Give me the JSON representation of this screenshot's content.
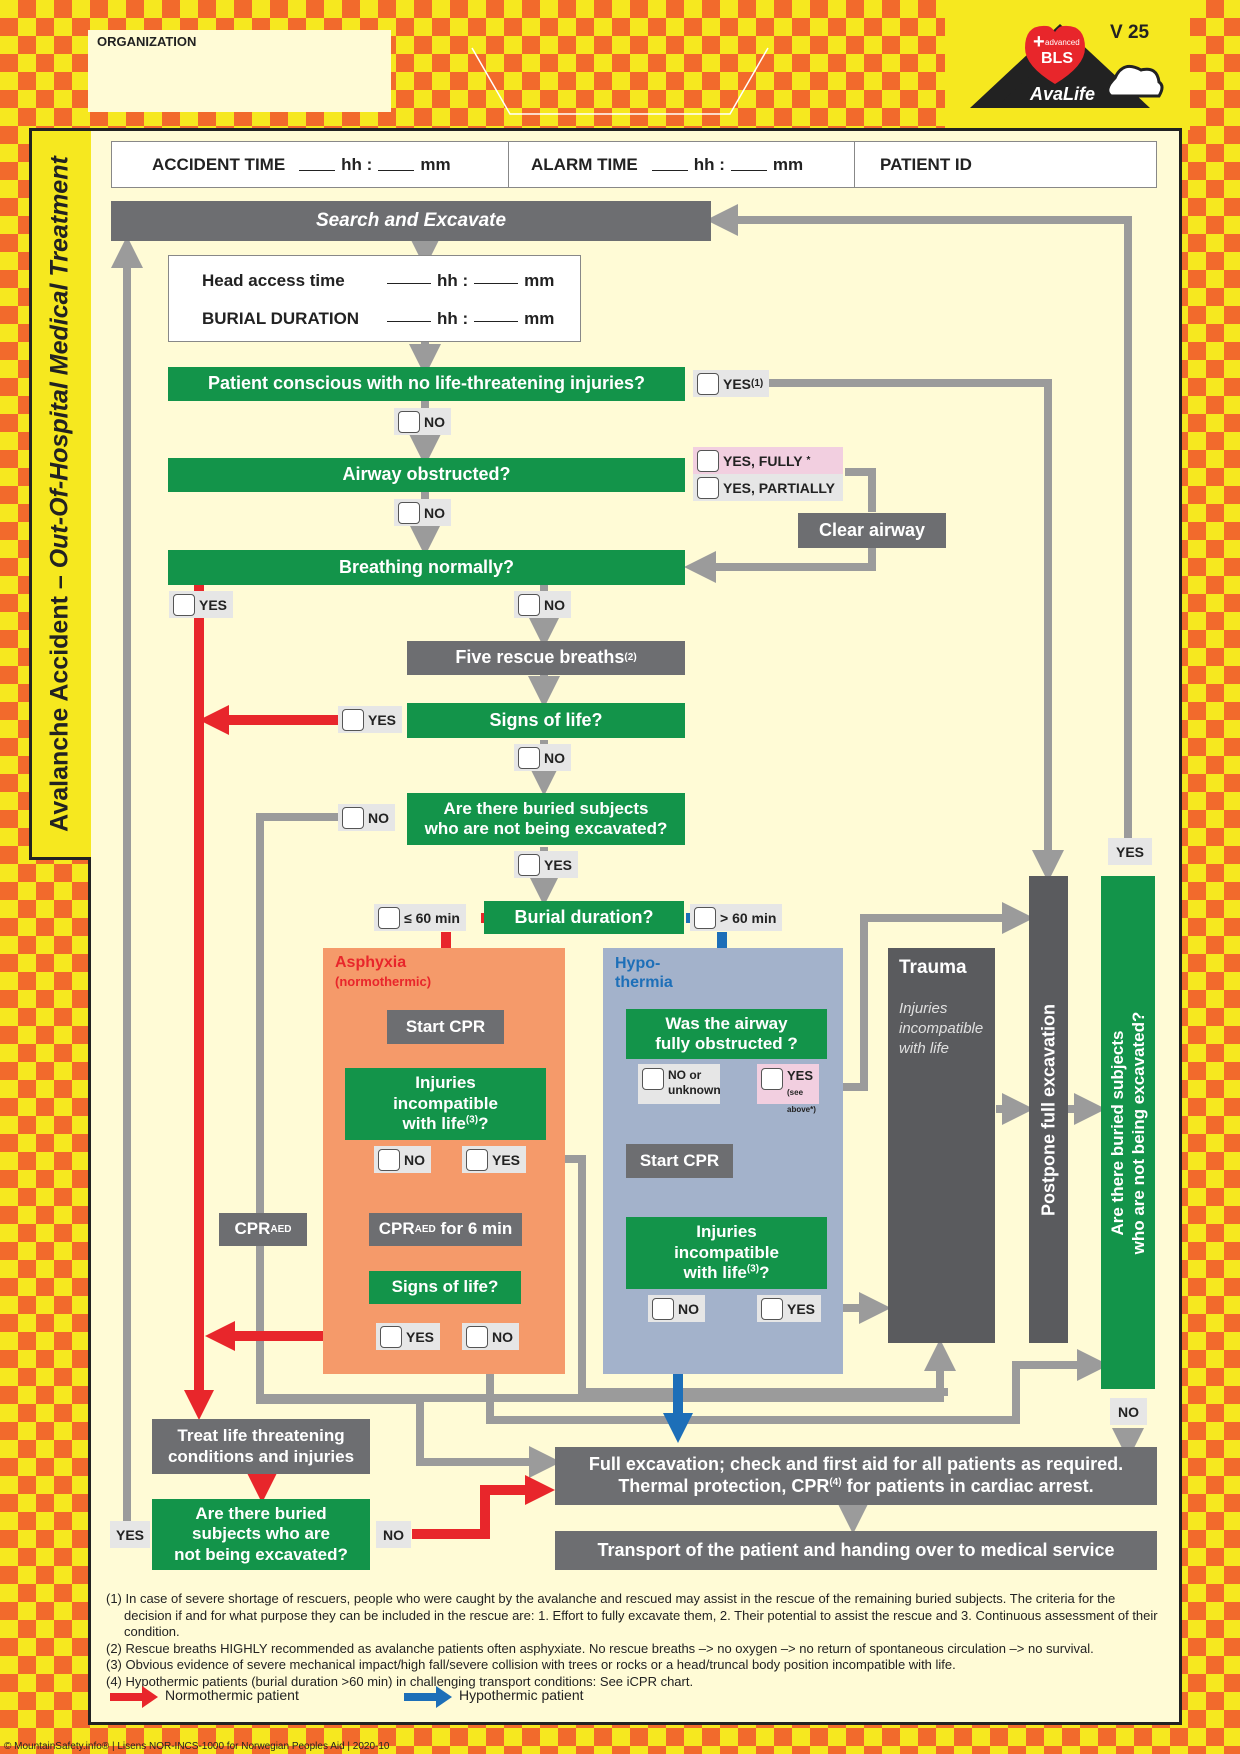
{
  "header": {
    "organization_label": "ORGANIZATION",
    "version": "V 25",
    "logo_badge_small": "advanced",
    "logo_badge": "BLS",
    "logo_name": "AvaLife"
  },
  "side_title": {
    "part1": "Avalanche Accident – ",
    "part2": "Out-Of-Hospital Medical Treatment"
  },
  "time_bar": {
    "accident_label": "ACCIDENT TIME",
    "alarm_label": "ALARM TIME",
    "hh": "hh :",
    "mm": "mm",
    "patient_id": "PATIENT ID"
  },
  "access_box": {
    "head_access": "Head access time",
    "burial_duration": "BURIAL DURATION",
    "hh": "hh :",
    "mm": "mm"
  },
  "nodes": {
    "search": "Search and Excavate",
    "conscious": "Patient conscious with no life-threatening injuries?",
    "airway": "Airway obstructed?",
    "clear_airway": "Clear airway",
    "breathing": "Breathing normally?",
    "five_breaths": "Five rescue breaths",
    "signs_life": "Signs of life?",
    "buried_q_line1": "Are there buried subjects",
    "buried_q_line2": "who are not being excavated?",
    "burial_duration": "Burial duration?",
    "start_cpr": "Start CPR",
    "injuries_line1": "Injuries",
    "injuries_line2": "incompatible",
    "injuries_line3": "with life",
    "cpr_aed_6": "CPR",
    "cpr_aed_6_sup": "AED",
    "cpr_aed_6_tail": " for 6 min",
    "signs_life_2": "Signs of life?",
    "cpr_aed": "CPR",
    "cpr_aed_sup": "AED",
    "airway_full_line1": "Was the airway",
    "airway_full_line2": "fully obstructed ?",
    "start_cpr_2": "Start CPR",
    "trauma": "Trauma",
    "trauma_note": "Injuries incompatible with life",
    "postpone": "Postpone full excavation",
    "buried_vertical_line1": "Are there buried subjects",
    "buried_vertical_line2": "who are not being excavated?",
    "treat_line1": "Treat life threatening",
    "treat_line2": "conditions and injuries",
    "buried_bottom_line1": "Are there buried",
    "buried_bottom_line2": "subjects who are",
    "buried_bottom_line3": "not being excavated?",
    "full_exc_line1": "Full excavation; check and first aid for all patients as required.",
    "full_exc_line2": "Thermal protection, CPR",
    "full_exc_line2_tail": " for patients in cardiac arrest.",
    "transport": "Transport of the patient and handing over to medical service"
  },
  "regions": {
    "asphyxia": "Asphyxia",
    "asphyxia_sub": "(normothermic)",
    "hypo": "Hypo-",
    "hypo2": "thermia"
  },
  "answers": {
    "yes": "YES",
    "no": "NO",
    "yes_fully": "YES, FULLY",
    "yes_fully_mark": "*",
    "yes_partially": "YES, PARTIALLY",
    "le60": "≤ 60 min",
    "gt60": "> 60 min",
    "no_or": "NO or",
    "unknown": "unknown",
    "see_above": "(see above*)"
  },
  "refs": {
    "r1": "(1)",
    "r2": "(2)",
    "r3": "(3)",
    "r4": "(4)"
  },
  "footnotes": [
    "(1) In case of severe shortage of rescuers, people who were caught by the avalanche and rescued may assist in the rescue of the remaining buried subjects. The criteria for the decision if and for what purpose they can be included in the rescue are: 1. Effort to fully excavate them, 2. Their potential to assist the rescue and 3. Continuous assessment of their condition.",
    "(2) Rescue breaths HIGHLY recommended as avalanche patients often asphyxiate. No rescue breaths –> no oxygen –> no return of spontaneous circulation –> no survival.",
    "(3) Obvious evidence of severe mechanical impact/high fall/severe collision with trees or rocks or a head/truncal body position incompatible with life.",
    "(4) Hypothermic patients (burial duration >60 min) in challenging transport conditions: See iCPR chart."
  ],
  "legend": {
    "normo": "Normothermic patient",
    "hypo": "Hypothermic patient",
    "normo_color": "#e8262b",
    "hypo_color": "#1d6fb8"
  },
  "credit": "© MountainSafety.info® | Lisens NOR-INCS-1000 for Norwegian Peoples Aid | 2020-10",
  "colors": {
    "green": "#13944a",
    "grey": "#6d6e71",
    "arrow_grey": "#9b9b9b",
    "red": "#e8262b",
    "blue": "#1d6fb8",
    "asphyxia_bg": "#f59a6a",
    "hypo_bg": "#a3b2cb",
    "orange_checker": "#f26a2c",
    "yellow_checker": "#f6e81f"
  }
}
